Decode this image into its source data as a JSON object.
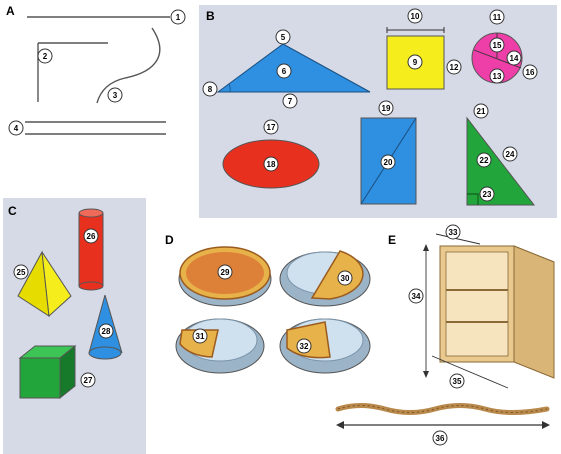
{
  "sections": {
    "a": "A",
    "b": "B",
    "c": "C",
    "d": "D",
    "e": "E"
  },
  "labels": {
    "n1": "1",
    "n2": "2",
    "n3": "3",
    "n4": "4",
    "n5": "5",
    "n6": "6",
    "n7": "7",
    "n8": "8",
    "n9": "9",
    "n10": "10",
    "n11": "11",
    "n12": "12",
    "n13": "13",
    "n14": "14",
    "n15": "15",
    "n16": "16",
    "n17": "17",
    "n18": "18",
    "n19": "19",
    "n20": "20",
    "n21": "21",
    "n22": "22",
    "n23": "23",
    "n24": "24",
    "n25": "25",
    "n26": "26",
    "n27": "27",
    "n28": "28",
    "n29": "29",
    "n30": "30",
    "n31": "31",
    "n32": "32",
    "n33": "33",
    "n34": "34",
    "n35": "35",
    "n36": "36"
  },
  "colors": {
    "panel": "#d6d9e6",
    "blue": "#2f8fe0",
    "yellow": "#f5ee1c",
    "magenta": "#ee3fa8",
    "red": "#e8301f",
    "green": "#22a53a",
    "wood": "#e9c98e",
    "pan": "#bcd3e6",
    "rope": "#b8894a"
  }
}
